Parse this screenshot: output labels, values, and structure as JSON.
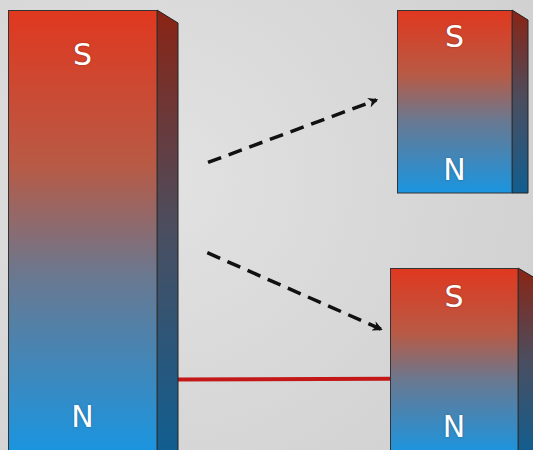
{
  "diagram": {
    "nodes": [
      {
        "text": [
          "S",
          "N"
        ]
      },
      {
        "text": [
          "S",
          "N"
        ]
      },
      {
        "text": [
          "S",
          "N"
        ]
      }
    ],
    "edges": [
      {
        "from": 0,
        "to": 1,
        "arrow": "to"
      },
      {
        "from": 0,
        "to": 2,
        "arrow": "to"
      },
      {
        "from": 0,
        "to": 2,
        "arrow": "none"
      }
    ]
  }
}
